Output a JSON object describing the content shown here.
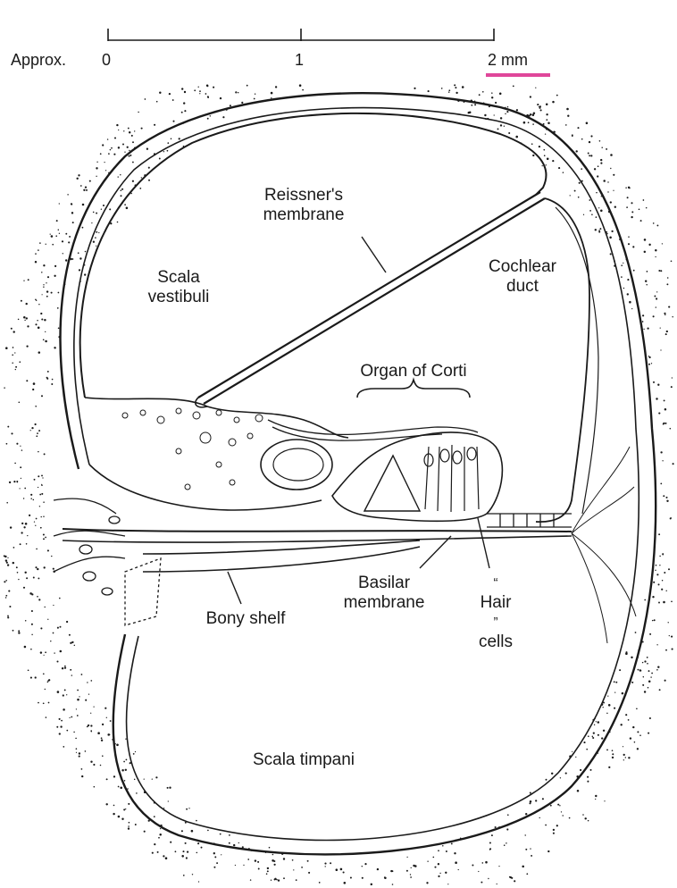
{
  "scale_bar": {
    "prefix": "Approx.",
    "tick_labels": [
      "0",
      "1",
      "2 mm"
    ],
    "highlight_color": "#e0469a"
  },
  "labels": {
    "reissner_line1": "Reissner's",
    "reissner_line2": "membrane",
    "scala_vestibuli_line1": "Scala",
    "scala_vestibuli_line2": "vestibuli",
    "cochlear_duct_line1": "Cochlear",
    "cochlear_duct_line2": "duct",
    "organ_of_corti": "Organ of Corti",
    "bony_shelf": "Bony shelf",
    "basilar_line1": "Basilar",
    "basilar_line2": "membrane",
    "hair_line1": "Hair",
    "hair_line2": "cells",
    "scala_tympani": "Scala timpani"
  },
  "colors": {
    "ink": "#1a1a1a",
    "paper": "#ffffff"
  }
}
